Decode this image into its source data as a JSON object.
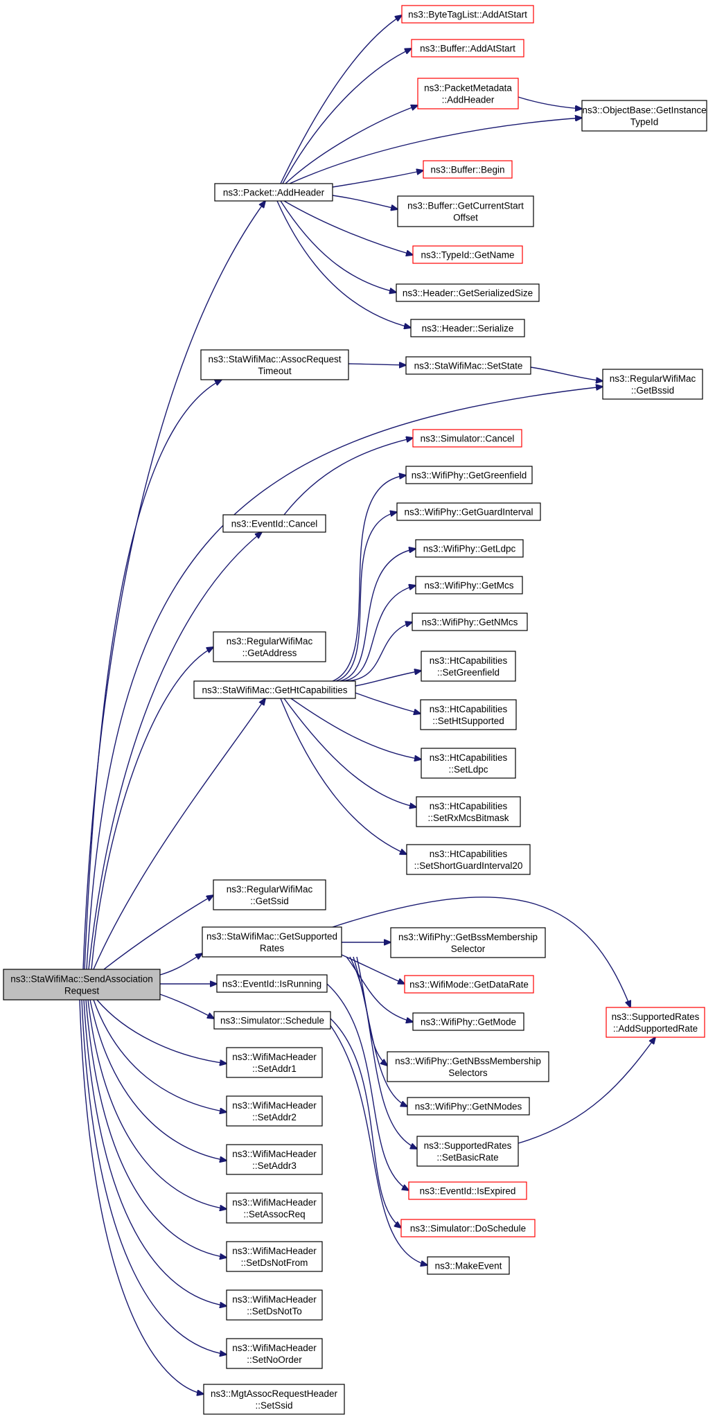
{
  "diagram": {
    "colors": {
      "edge": "#191970",
      "node_border_default": "#000000",
      "node_border_truncated": "#ff0000",
      "node_fill_root": "#bfbfbf",
      "node_fill": "#ffffff"
    },
    "nodes": [
      {
        "id": "root",
        "lines": [
          "ns3::StaWifiMac::SendAssociation",
          "Request"
        ],
        "style": "root"
      },
      {
        "id": "packet_addheader",
        "lines": [
          "ns3::Packet::AddHeader"
        ],
        "style": "normal"
      },
      {
        "id": "bytetaglist_addatstart",
        "lines": [
          "ns3::ByteTagList::AddAtStart"
        ],
        "style": "truncated"
      },
      {
        "id": "buffer_addatstart",
        "lines": [
          "ns3::Buffer::AddAtStart"
        ],
        "style": "truncated"
      },
      {
        "id": "packetmetadata_addheader",
        "lines": [
          "ns3::PacketMetadata",
          "::AddHeader"
        ],
        "style": "truncated"
      },
      {
        "id": "objectbase_getinstancetypeid",
        "lines": [
          "ns3::ObjectBase::GetInstance",
          "TypeId"
        ],
        "style": "normal"
      },
      {
        "id": "buffer_begin",
        "lines": [
          "ns3::Buffer::Begin"
        ],
        "style": "truncated"
      },
      {
        "id": "buffer_getcurrentstartoffset",
        "lines": [
          "ns3::Buffer::GetCurrentStart",
          "Offset"
        ],
        "style": "normal"
      },
      {
        "id": "typeid_getname",
        "lines": [
          "ns3::TypeId::GetName"
        ],
        "style": "truncated"
      },
      {
        "id": "header_getserializedsize",
        "lines": [
          "ns3::Header::GetSerializedSize"
        ],
        "style": "normal"
      },
      {
        "id": "header_serialize",
        "lines": [
          "ns3::Header::Serialize"
        ],
        "style": "normal"
      },
      {
        "id": "assocrequesttimeout",
        "lines": [
          "ns3::StaWifiMac::AssocRequest",
          "Timeout"
        ],
        "style": "normal"
      },
      {
        "id": "setstate",
        "lines": [
          "ns3::StaWifiMac::SetState"
        ],
        "style": "normal"
      },
      {
        "id": "getbssid",
        "lines": [
          "ns3::RegularWifiMac",
          "::GetBssid"
        ],
        "style": "normal"
      },
      {
        "id": "simulator_cancel",
        "lines": [
          "ns3::Simulator::Cancel"
        ],
        "style": "truncated"
      },
      {
        "id": "eventid_cancel",
        "lines": [
          "ns3::EventId::Cancel"
        ],
        "style": "normal"
      },
      {
        "id": "getgreenfield",
        "lines": [
          "ns3::WifiPhy::GetGreenfield"
        ],
        "style": "normal"
      },
      {
        "id": "getguardinterval",
        "lines": [
          "ns3::WifiPhy::GetGuardInterval"
        ],
        "style": "normal"
      },
      {
        "id": "getldpc",
        "lines": [
          "ns3::WifiPhy::GetLdpc"
        ],
        "style": "normal"
      },
      {
        "id": "getmcs",
        "lines": [
          "ns3::WifiPhy::GetMcs"
        ],
        "style": "normal"
      },
      {
        "id": "getnmcs",
        "lines": [
          "ns3::WifiPhy::GetNMcs"
        ],
        "style": "normal"
      },
      {
        "id": "getaddress",
        "lines": [
          "ns3::RegularWifiMac",
          "::GetAddress"
        ],
        "style": "normal"
      },
      {
        "id": "gethtcapabilities",
        "lines": [
          "ns3::StaWifiMac::GetHtCapabilities"
        ],
        "style": "normal"
      },
      {
        "id": "ht_setgreenfield",
        "lines": [
          "ns3::HtCapabilities",
          "::SetGreenfield"
        ],
        "style": "normal"
      },
      {
        "id": "ht_sethtsupported",
        "lines": [
          "ns3::HtCapabilities",
          "::SetHtSupported"
        ],
        "style": "normal"
      },
      {
        "id": "ht_setldpc",
        "lines": [
          "ns3::HtCapabilities",
          "::SetLdpc"
        ],
        "style": "normal"
      },
      {
        "id": "ht_setrxmcsbitmask",
        "lines": [
          "ns3::HtCapabilities",
          "::SetRxMcsBitmask"
        ],
        "style": "normal"
      },
      {
        "id": "ht_setshortguardinterval20",
        "lines": [
          "ns3::HtCapabilities",
          "::SetShortGuardInterval20"
        ],
        "style": "normal"
      },
      {
        "id": "getssid",
        "lines": [
          "ns3::RegularWifiMac",
          "::GetSsid"
        ],
        "style": "normal"
      },
      {
        "id": "getsupportedrates",
        "lines": [
          "ns3::StaWifiMac::GetSupported",
          "Rates"
        ],
        "style": "normal"
      },
      {
        "id": "getbssmembershipselector",
        "lines": [
          "ns3::WifiPhy::GetBssMembership",
          "Selector"
        ],
        "style": "normal"
      },
      {
        "id": "wifimode_getdatarate",
        "lines": [
          "ns3::WifiMode::GetDataRate"
        ],
        "style": "truncated"
      },
      {
        "id": "getmode",
        "lines": [
          "ns3::WifiPhy::GetMode"
        ],
        "style": "normal"
      },
      {
        "id": "getnbssmembershipselectors",
        "lines": [
          "ns3::WifiPhy::GetNBssMembership",
          "Selectors"
        ],
        "style": "normal"
      },
      {
        "id": "getnmodes",
        "lines": [
          "ns3::WifiPhy::GetNModes"
        ],
        "style": "normal"
      },
      {
        "id": "supportedrates_addsupportedrate",
        "lines": [
          "ns3::SupportedRates",
          "::AddSupportedRate"
        ],
        "style": "truncated"
      },
      {
        "id": "supportedrates_setbasicrate",
        "lines": [
          "ns3::SupportedRates",
          "::SetBasicRate"
        ],
        "style": "normal"
      },
      {
        "id": "eventid_isrunning",
        "lines": [
          "ns3::EventId::IsRunning"
        ],
        "style": "normal"
      },
      {
        "id": "eventid_isexpired",
        "lines": [
          "ns3::EventId::IsExpired"
        ],
        "style": "truncated"
      },
      {
        "id": "simulator_schedule",
        "lines": [
          "ns3::Simulator::Schedule"
        ],
        "style": "normal"
      },
      {
        "id": "simulator_doschedule",
        "lines": [
          "ns3::Simulator::DoSchedule"
        ],
        "style": "truncated"
      },
      {
        "id": "makeevent",
        "lines": [
          "ns3::MakeEvent"
        ],
        "style": "normal"
      },
      {
        "id": "setaddr1",
        "lines": [
          "ns3::WifiMacHeader",
          "::SetAddr1"
        ],
        "style": "normal"
      },
      {
        "id": "setaddr2",
        "lines": [
          "ns3::WifiMacHeader",
          "::SetAddr2"
        ],
        "style": "normal"
      },
      {
        "id": "setaddr3",
        "lines": [
          "ns3::WifiMacHeader",
          "::SetAddr3"
        ],
        "style": "normal"
      },
      {
        "id": "setassocreq",
        "lines": [
          "ns3::WifiMacHeader",
          "::SetAssocReq"
        ],
        "style": "normal"
      },
      {
        "id": "setdsnotfrom",
        "lines": [
          "ns3::WifiMacHeader",
          "::SetDsNotFrom"
        ],
        "style": "normal"
      },
      {
        "id": "setdsnotto",
        "lines": [
          "ns3::WifiMacHeader",
          "::SetDsNotTo"
        ],
        "style": "normal"
      },
      {
        "id": "setnoorder",
        "lines": [
          "ns3::WifiMacHeader",
          "::SetNoOrder"
        ],
        "style": "normal"
      },
      {
        "id": "setssid",
        "lines": [
          "ns3::MgtAssocRequestHeader",
          "::SetSsid"
        ],
        "style": "normal"
      }
    ],
    "edges": [
      {
        "from": "root",
        "to": "packet_addheader"
      },
      {
        "from": "root",
        "to": "assocrequesttimeout"
      },
      {
        "from": "root",
        "to": "getbssid"
      },
      {
        "from": "root",
        "to": "eventid_cancel"
      },
      {
        "from": "root",
        "to": "getaddress"
      },
      {
        "from": "root",
        "to": "gethtcapabilities"
      },
      {
        "from": "root",
        "to": "getssid"
      },
      {
        "from": "root",
        "to": "getsupportedrates"
      },
      {
        "from": "root",
        "to": "eventid_isrunning"
      },
      {
        "from": "root",
        "to": "simulator_schedule"
      },
      {
        "from": "root",
        "to": "setaddr1"
      },
      {
        "from": "root",
        "to": "setaddr2"
      },
      {
        "from": "root",
        "to": "setaddr3"
      },
      {
        "from": "root",
        "to": "setassocreq"
      },
      {
        "from": "root",
        "to": "setdsnotfrom"
      },
      {
        "from": "root",
        "to": "setdsnotto"
      },
      {
        "from": "root",
        "to": "setnoorder"
      },
      {
        "from": "root",
        "to": "setssid"
      },
      {
        "from": "packet_addheader",
        "to": "bytetaglist_addatstart"
      },
      {
        "from": "packet_addheader",
        "to": "buffer_addatstart"
      },
      {
        "from": "packet_addheader",
        "to": "packetmetadata_addheader"
      },
      {
        "from": "packet_addheader",
        "to": "objectbase_getinstancetypeid"
      },
      {
        "from": "packet_addheader",
        "to": "buffer_begin"
      },
      {
        "from": "packet_addheader",
        "to": "buffer_getcurrentstartoffset"
      },
      {
        "from": "packet_addheader",
        "to": "typeid_getname"
      },
      {
        "from": "packet_addheader",
        "to": "header_getserializedsize"
      },
      {
        "from": "packet_addheader",
        "to": "header_serialize"
      },
      {
        "from": "packetmetadata_addheader",
        "to": "objectbase_getinstancetypeid"
      },
      {
        "from": "assocrequesttimeout",
        "to": "setstate"
      },
      {
        "from": "setstate",
        "to": "getbssid"
      },
      {
        "from": "eventid_cancel",
        "to": "simulator_cancel"
      },
      {
        "from": "gethtcapabilities",
        "to": "getgreenfield"
      },
      {
        "from": "gethtcapabilities",
        "to": "getguardinterval"
      },
      {
        "from": "gethtcapabilities",
        "to": "getldpc"
      },
      {
        "from": "gethtcapabilities",
        "to": "getmcs"
      },
      {
        "from": "gethtcapabilities",
        "to": "getnmcs"
      },
      {
        "from": "gethtcapabilities",
        "to": "ht_setgreenfield"
      },
      {
        "from": "gethtcapabilities",
        "to": "ht_sethtsupported"
      },
      {
        "from": "gethtcapabilities",
        "to": "ht_setldpc"
      },
      {
        "from": "gethtcapabilities",
        "to": "ht_setrxmcsbitmask"
      },
      {
        "from": "gethtcapabilities",
        "to": "ht_setshortguardinterval20"
      },
      {
        "from": "getsupportedrates",
        "to": "supportedrates_addsupportedrate"
      },
      {
        "from": "getsupportedrates",
        "to": "getbssmembershipselector"
      },
      {
        "from": "getsupportedrates",
        "to": "wifimode_getdatarate"
      },
      {
        "from": "getsupportedrates",
        "to": "getmode"
      },
      {
        "from": "getsupportedrates",
        "to": "getnbssmembershipselectors"
      },
      {
        "from": "getsupportedrates",
        "to": "getnmodes"
      },
      {
        "from": "getsupportedrates",
        "to": "supportedrates_setbasicrate"
      },
      {
        "from": "supportedrates_setbasicrate",
        "to": "supportedrates_addsupportedrate"
      },
      {
        "from": "eventid_isrunning",
        "to": "eventid_isexpired"
      },
      {
        "from": "simulator_schedule",
        "to": "simulator_doschedule"
      },
      {
        "from": "simulator_schedule",
        "to": "makeevent"
      }
    ]
  }
}
